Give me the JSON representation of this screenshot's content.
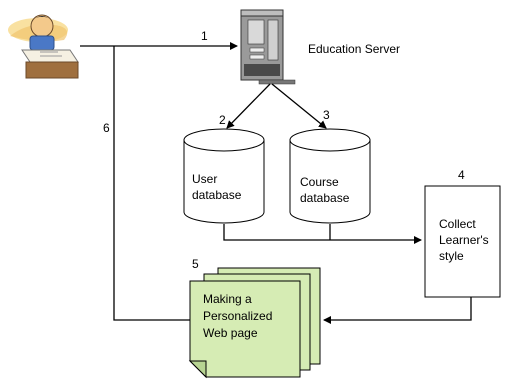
{
  "colors": {
    "stroke": "#000000",
    "note_fill": "#d6ecb4",
    "server_body": "#9a9a9a",
    "learner_skin": "#f3c98b",
    "learner_shirt": "#4a78c6"
  },
  "icons": {
    "learner": "learner-icon",
    "server": "server-icon"
  },
  "steps": {
    "s1": "1",
    "s2": "2",
    "s3": "3",
    "s4": "4",
    "s5": "5",
    "s6": "6"
  },
  "server": {
    "label": "Education Server"
  },
  "user_db": {
    "line1": "User",
    "line2": "database"
  },
  "course_db": {
    "line1": "Course",
    "line2": "database"
  },
  "style_box": {
    "line1": "Collect",
    "line2": "Learner's",
    "line3": "style"
  },
  "web_page": {
    "line1": "Making a",
    "line2": "Personalized",
    "line3": "Web page"
  }
}
